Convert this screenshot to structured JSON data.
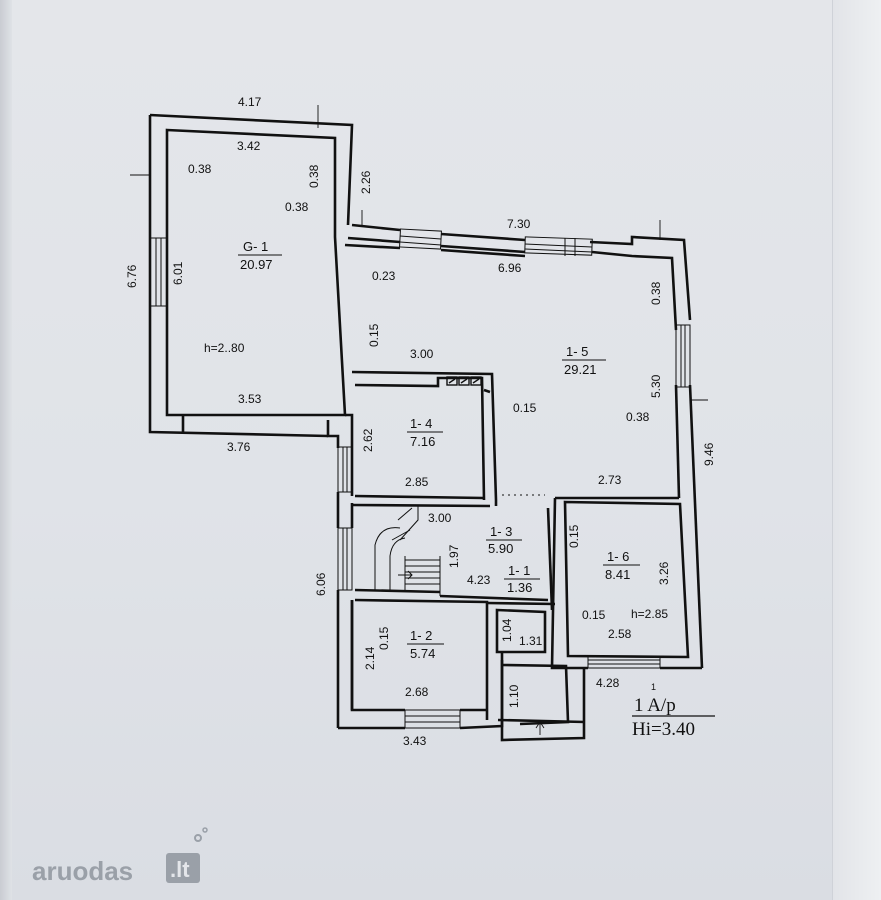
{
  "plan": {
    "rooms": [
      {
        "id": "G- 1",
        "area": "20.97"
      },
      {
        "id": "1- 5",
        "area": "29.21"
      },
      {
        "id": "1- 4",
        "area": "7.16"
      },
      {
        "id": "1- 3",
        "area": "5.90"
      },
      {
        "id": "1- 1",
        "area": "1.36"
      },
      {
        "id": "1- 6",
        "area": "8.41"
      },
      {
        "id": "1- 2",
        "area": "5.74"
      }
    ],
    "heights": [
      "h=2..80",
      "h=2.85"
    ],
    "dimensions": [
      "4.17",
      "3.42",
      "0.38",
      "0.38",
      "0.38",
      "2.26",
      "6.76",
      "6.01",
      "7.30",
      "6.96",
      "0.23",
      "0.38",
      "0.15",
      "3.00",
      "5.30",
      "3.53",
      "3.76",
      "2.62",
      "0.15",
      "0.38",
      "9.46",
      "2.85",
      "2.73",
      "3.00",
      "0.15",
      "1.97",
      "4.23",
      "3.26",
      "6.06",
      "0.15",
      "1.04",
      "1.31",
      "0.15",
      "2.14",
      "2.58",
      "2.68",
      "4.28",
      "1.10",
      "3.43"
    ],
    "floor_label": "1 A/p",
    "floor_superscript": "1",
    "height_label": "Hi=3.40"
  },
  "watermark": {
    "text": "aruodas",
    "suffix": ".lt"
  }
}
